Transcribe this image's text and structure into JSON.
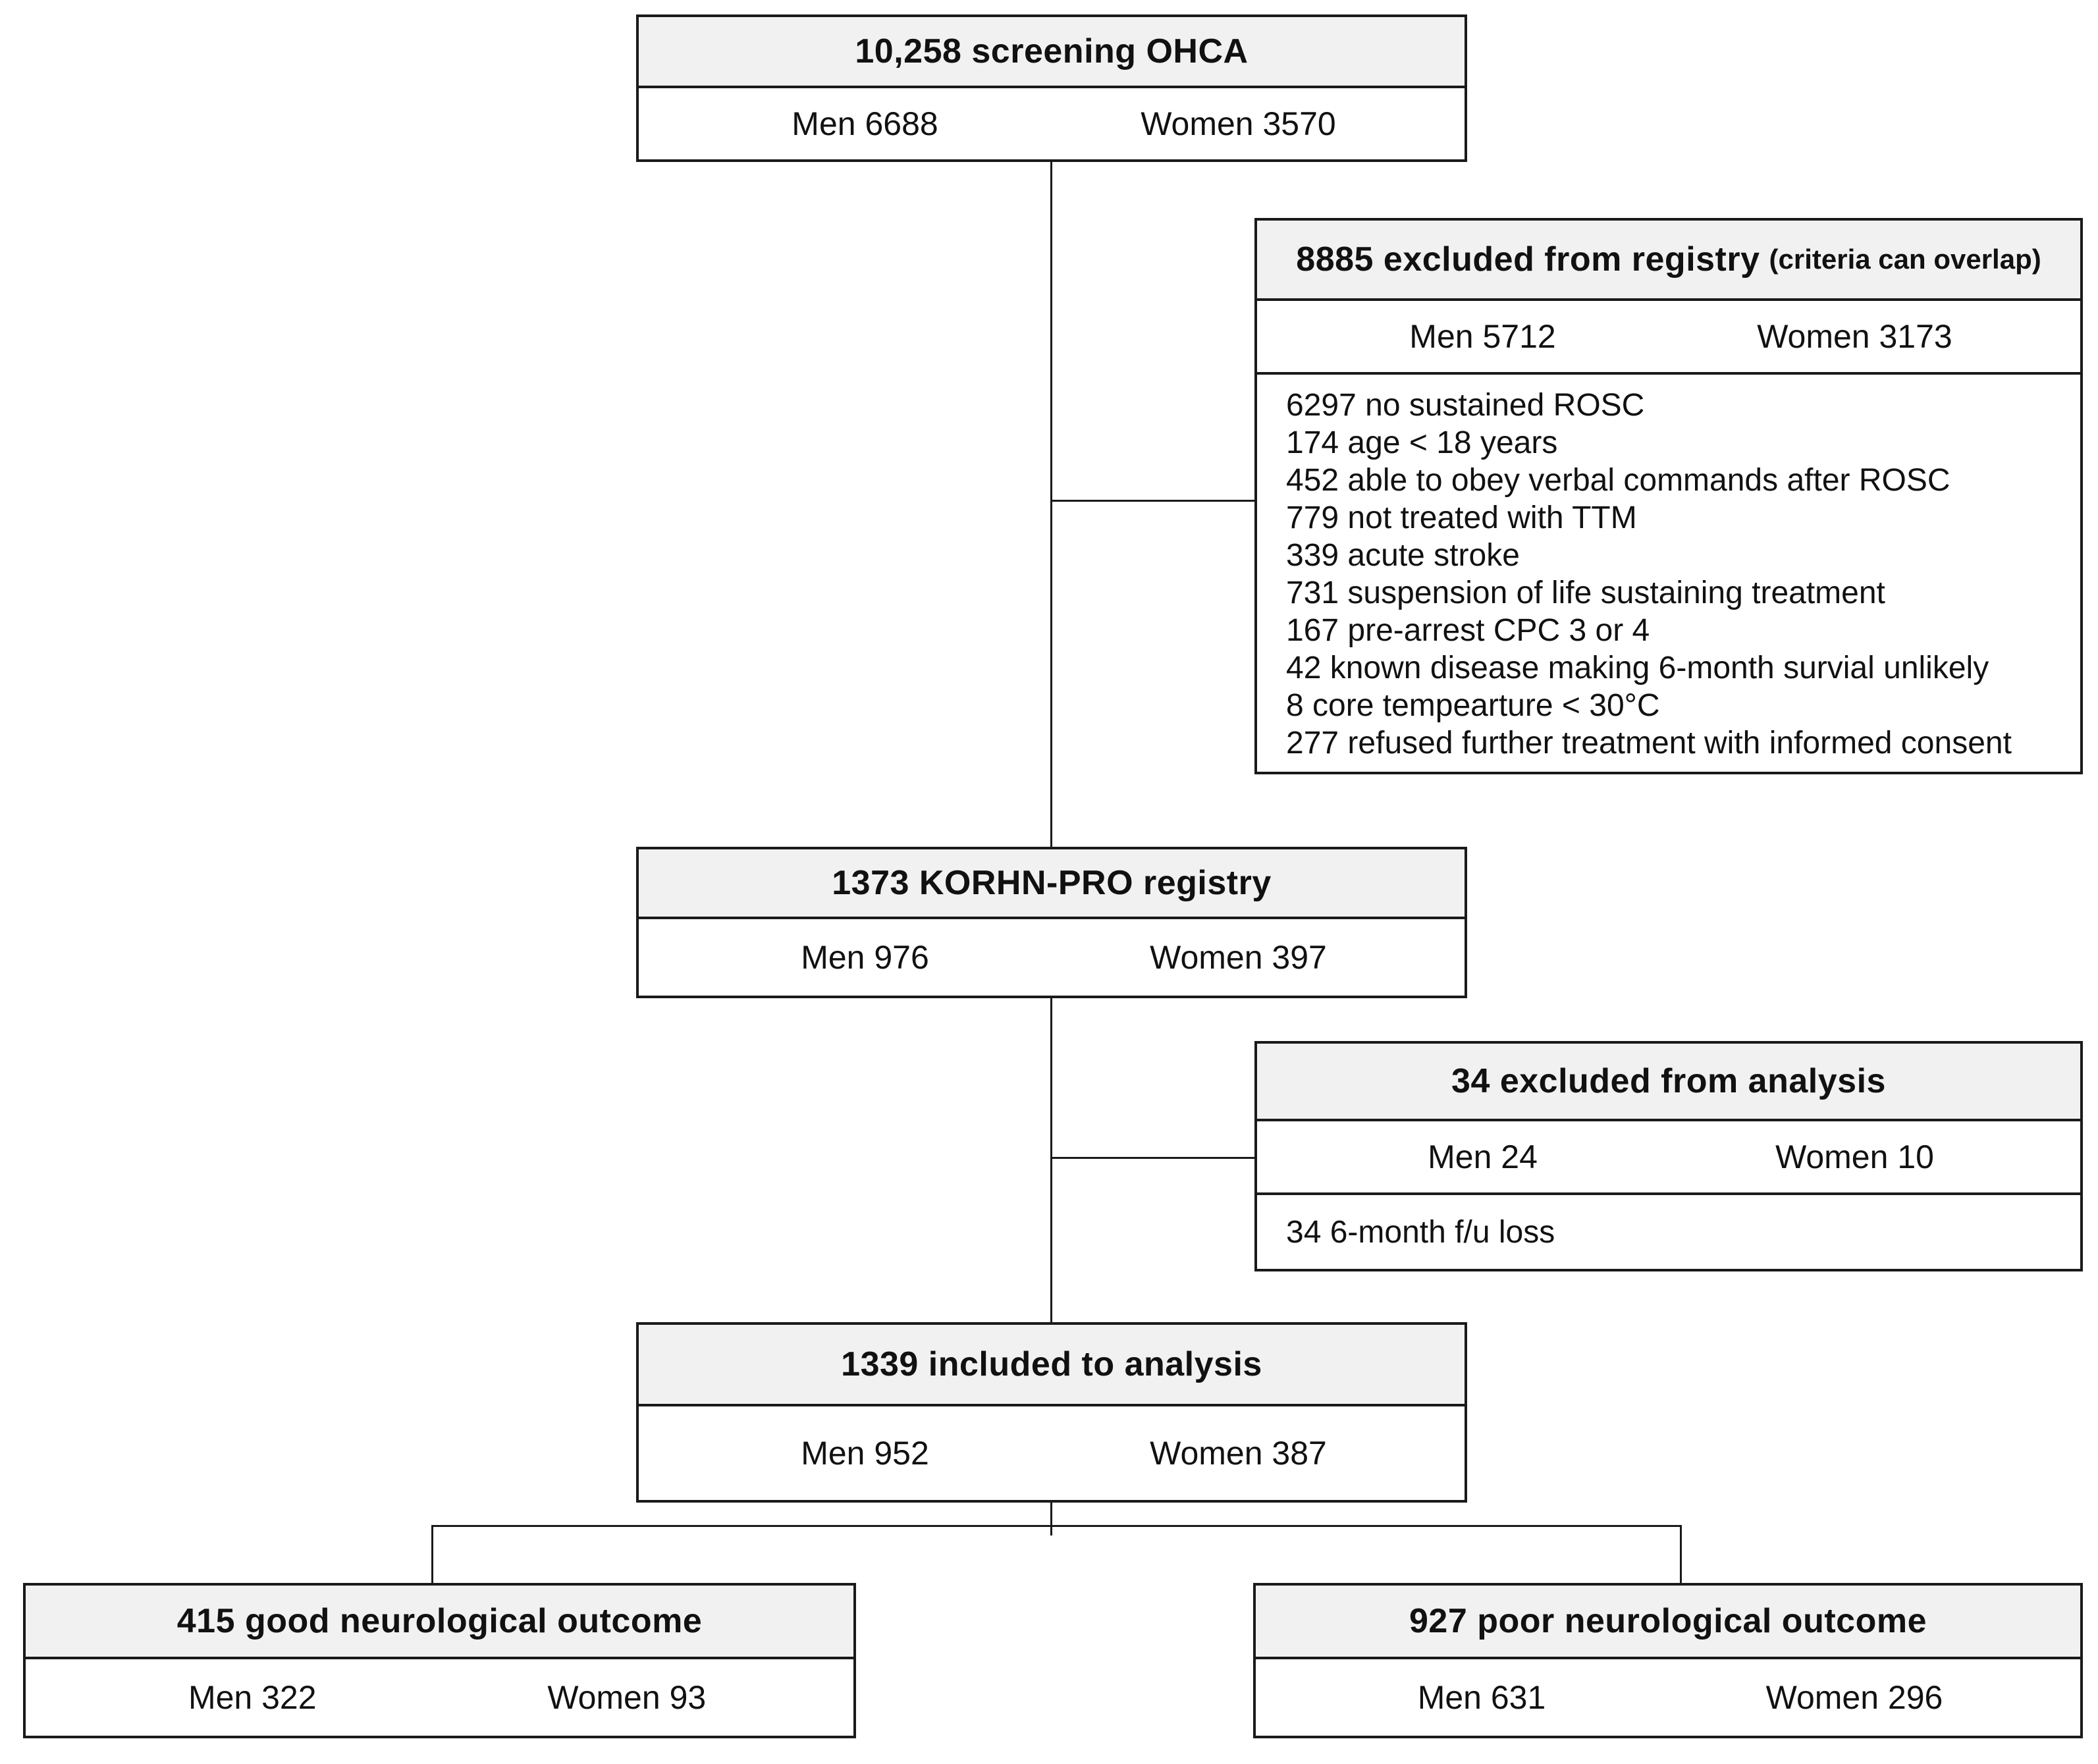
{
  "theme": {
    "background": "#ffffff",
    "box_header_bg": "#f1f1f1",
    "box_body_bg": "#ffffff",
    "border_color": "#1a1a1a",
    "text_color": "#111111",
    "connector_color": "#1a1a1a"
  },
  "diagram": {
    "type": "patient-flow-chart",
    "boxes": [
      {
        "id": "screening",
        "title": "10,258 screening OHCA",
        "men": "Men 6688",
        "women": "Women 3570"
      },
      {
        "id": "excluded_from_registry",
        "title": "8885 excluded from registry",
        "title_note": "(criteria can overlap)",
        "men": "Men 5712",
        "women": "Women 3173",
        "reasons": [
          "6297 no sustained ROSC",
          "174 age < 18 years",
          "452 able to obey verbal commands after ROSC",
          "779 not treated with TTM",
          "339 acute stroke",
          "731 suspension of life sustaining treatment",
          "167 pre-arrest CPC 3 or 4",
          "42 known disease making 6-month survial unlikely",
          "8 core tempearture < 30°C",
          "277 refused further treatment with informed consent"
        ]
      },
      {
        "id": "korhn_pro_registry",
        "title": "1373 KORHN-PRO registry",
        "men": "Men 976",
        "women": "Women 397"
      },
      {
        "id": "excluded_from_analysis",
        "title": "34 excluded from analysis",
        "men": "Men 24",
        "women": "Women 10",
        "reasons": [
          "34 6-month f/u loss"
        ]
      },
      {
        "id": "included_to_analysis",
        "title": "1339 included to analysis",
        "men": "Men 952",
        "women": "Women 387"
      },
      {
        "id": "good_neurological_outcome",
        "title": "415 good neurological outcome",
        "men": "Men 322",
        "women": "Women 93"
      },
      {
        "id": "poor_neurological_outcome",
        "title": "927 poor neurological outcome",
        "men": "Men 631",
        "women": "Women 296"
      }
    ]
  }
}
